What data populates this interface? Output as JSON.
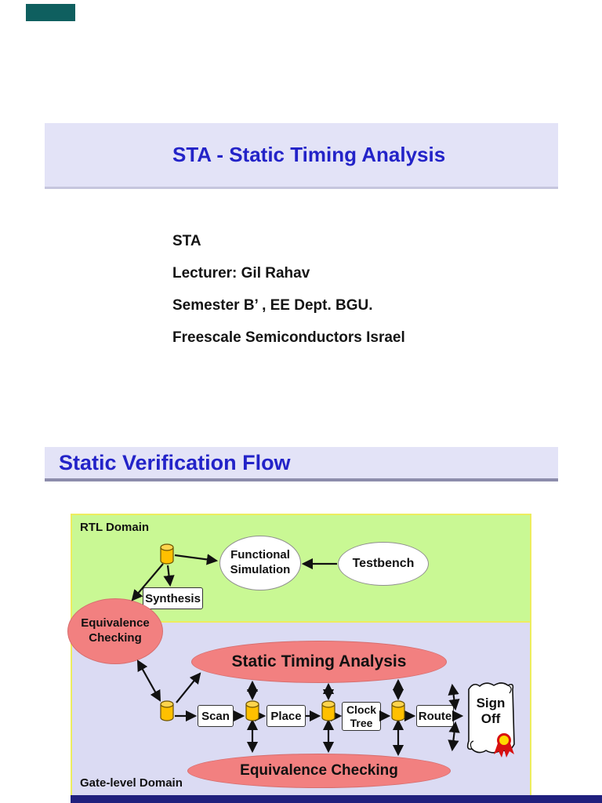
{
  "viewer": {
    "corner_block_color": "#0f5f5f",
    "bottom_bar_color": "#20207d"
  },
  "slide1": {
    "title": "STA - Static Timing Analysis",
    "lines": [
      "STA",
      "Lecturer: Gil Rahav",
      "Semester B’ , EE Dept. BGU.",
      "Freescale Semiconductors Israel"
    ]
  },
  "slide2": {
    "title": "Static Verification Flow",
    "labels": {
      "rtl_domain": "RTL Domain",
      "gate_domain": "Gate-level Domain",
      "functional_simulation": "Functional Simulation",
      "testbench": "Testbench",
      "synthesis": "Synthesis",
      "equivalence_checking": "Equivalence Checking",
      "static_timing_analysis": "Static Timing Analysis",
      "scan": "Scan",
      "place": "Place",
      "clock_tree": "Clock Tree",
      "route": "Route",
      "sign_off": "Sign Off",
      "equivalence_checking_bottom": "Equivalence Checking"
    },
    "colors": {
      "title_blue": "#2323c8",
      "header_bg": "#e3e3f7",
      "rtl_region": "#c9f894",
      "gate_region": "#dbdbf3",
      "highlight_ellipse": "#f28080",
      "database_icon": "#ffc000",
      "diagram_border": "#eded5e"
    }
  }
}
